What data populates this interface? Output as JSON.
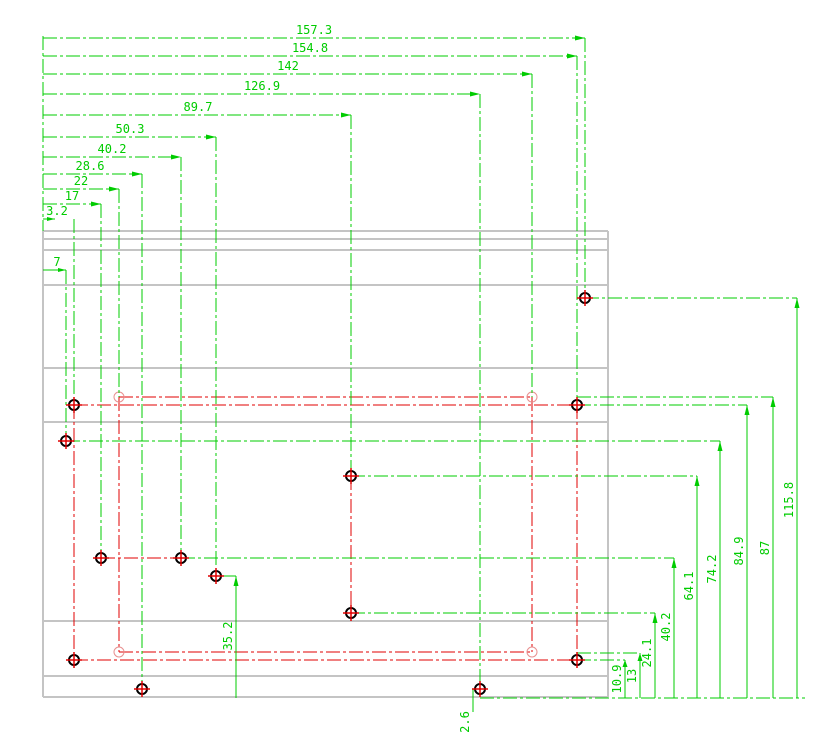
{
  "colors": {
    "background": "#ffffff",
    "frame": "#c4c4c4",
    "dimension": "#00cc00",
    "centerline": "#e00000",
    "hole_ring": "#000000",
    "hole_cross": "#e00000"
  },
  "horizontal_dimensions": {
    "unit": "mm",
    "values": [
      "157.3",
      "154.8",
      "142",
      "126.9",
      "89.7",
      "50.3",
      "40.2",
      "28.6",
      "22",
      "17",
      "3.2",
      "7"
    ]
  },
  "vertical_dimensions": {
    "unit": "mm",
    "values": [
      "115.8",
      "87",
      "84.9",
      "74.2",
      "64.1",
      "40.2",
      "24.1",
      "13",
      "10.9",
      "35.2",
      "2.6"
    ]
  }
}
